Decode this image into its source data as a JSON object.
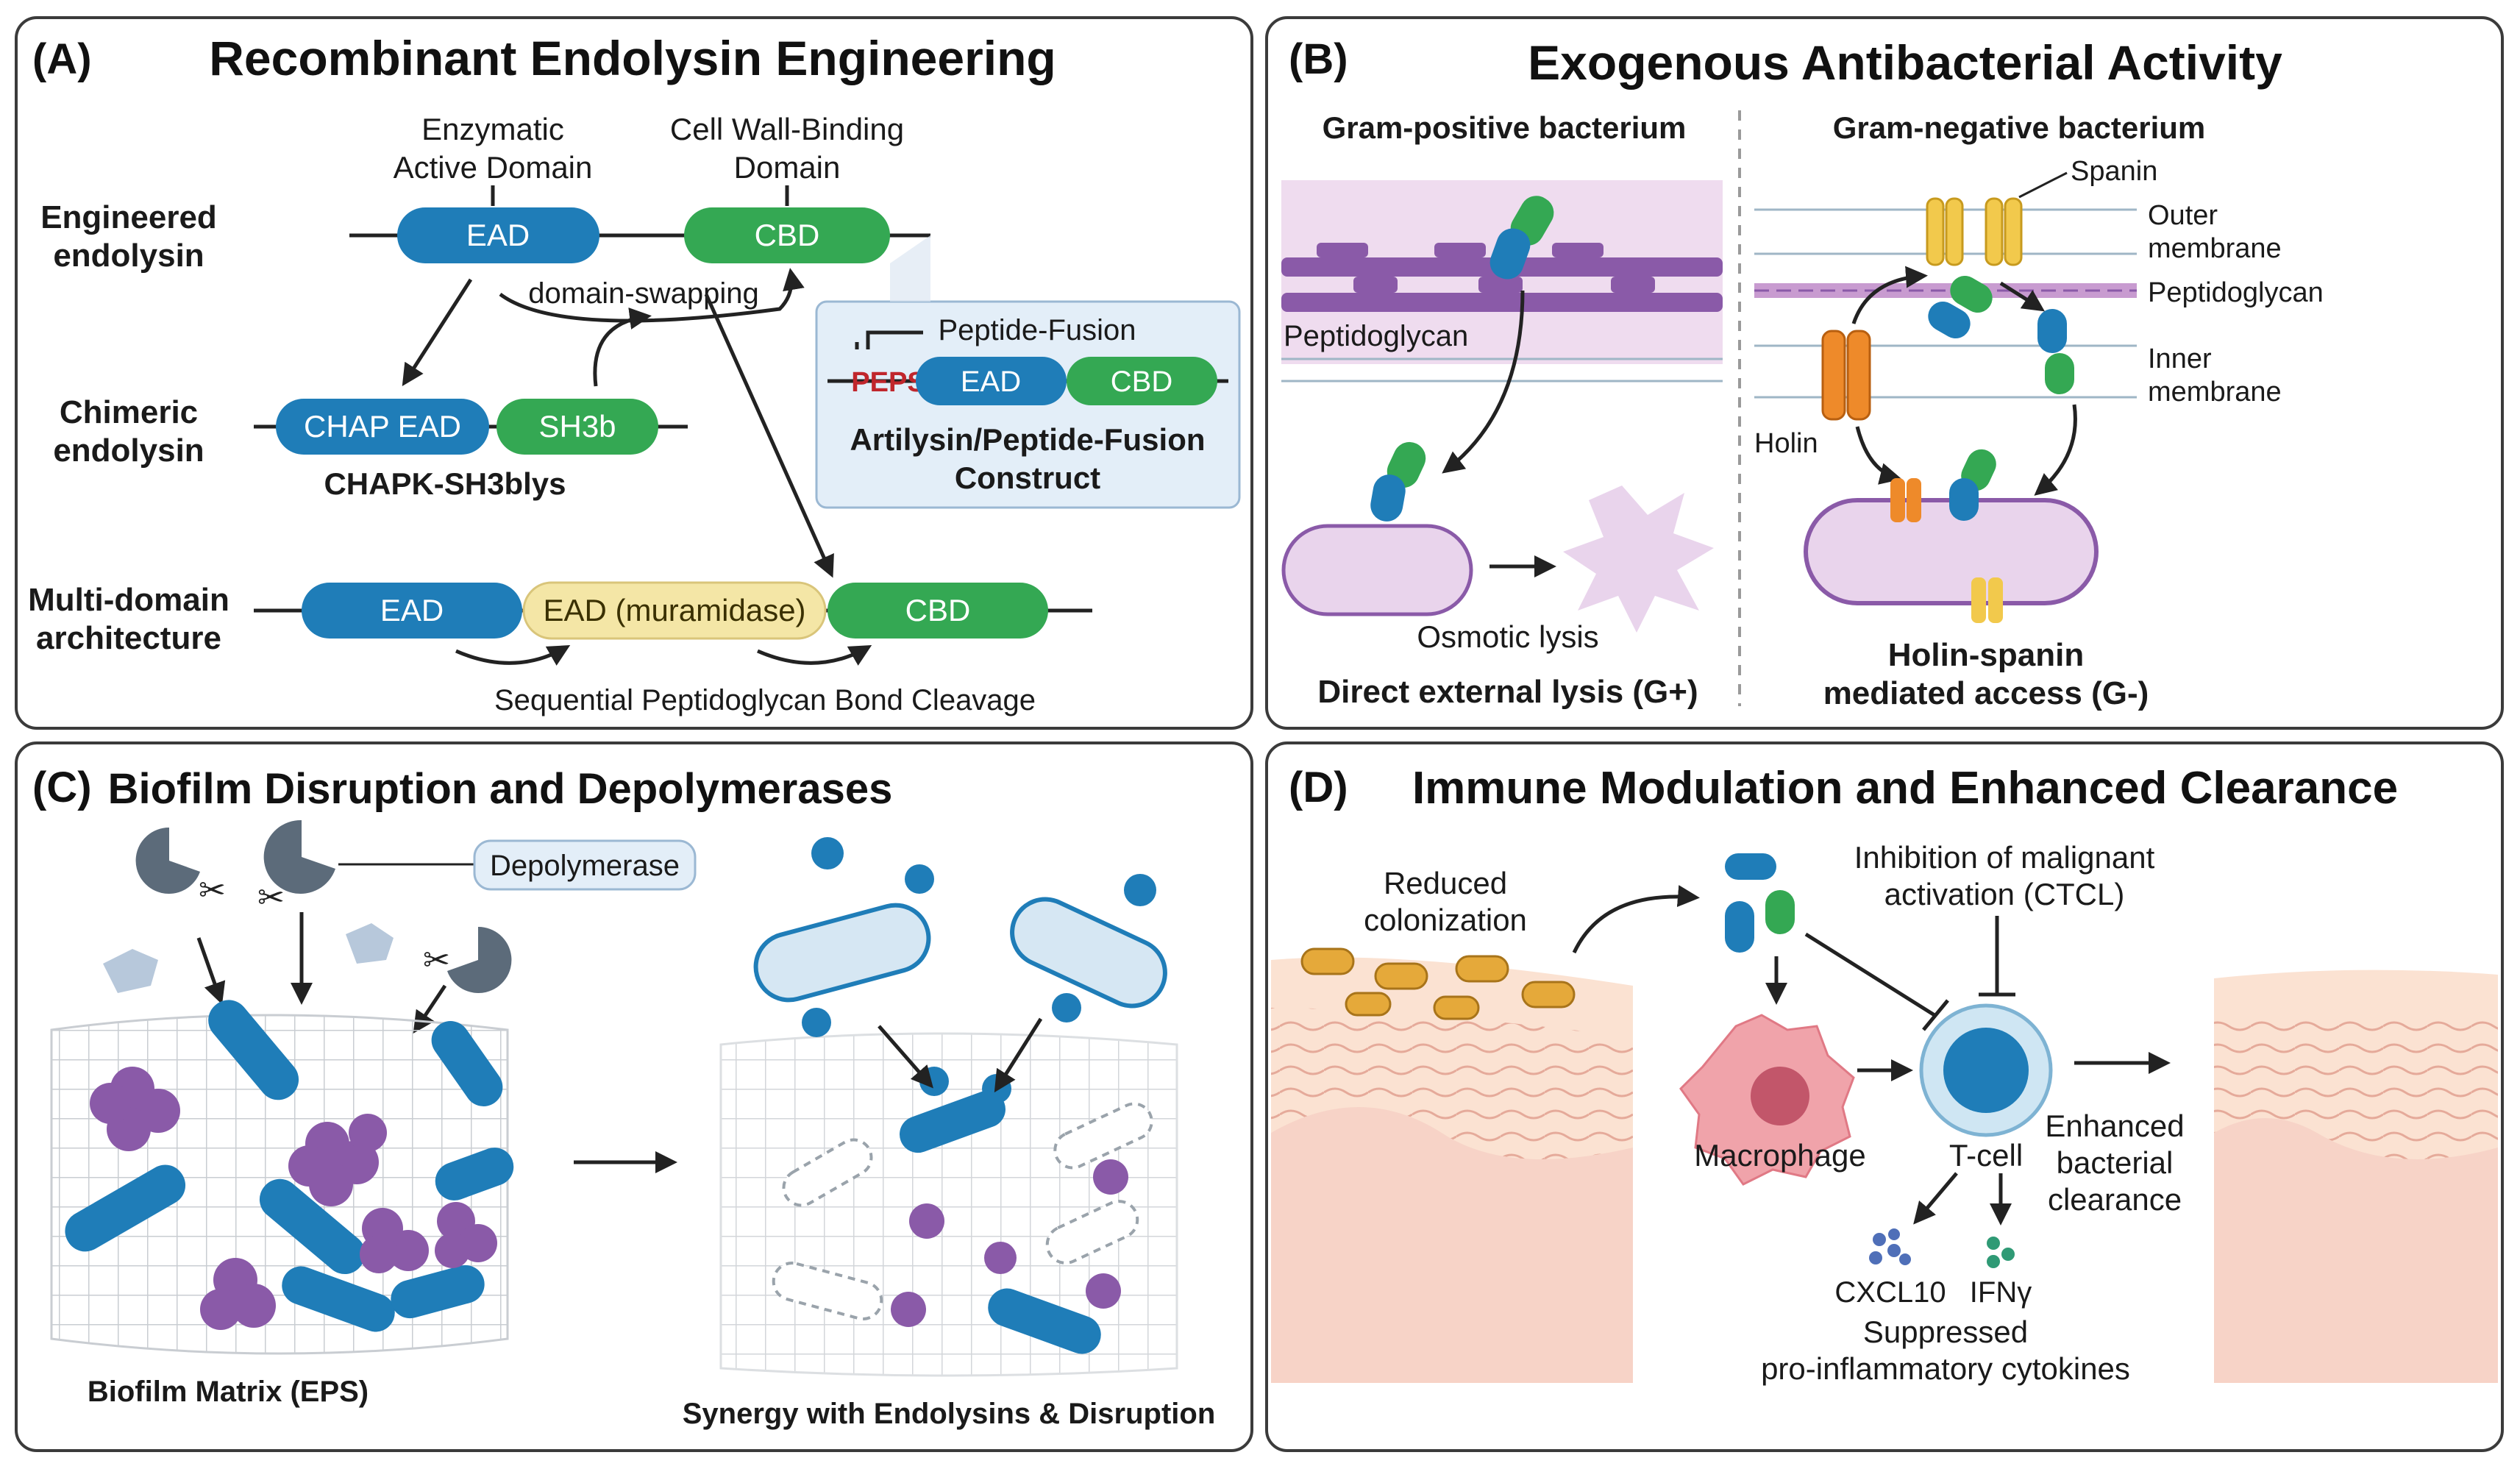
{
  "panels": {
    "a": {
      "label": "(A)",
      "title": "Recombinant Endolysin Engineering",
      "ead_header": "Enzymatic",
      "ead_header2": "Active Domain",
      "cbd_header": "Cell Wall-Binding",
      "cbd_header2": "Domain",
      "row1": "Engineered",
      "row1b": "endolysin",
      "row2": "Chimeric",
      "row2b": "endolysin",
      "row3": "Multi-domain",
      "row3b": "architecture",
      "ead": "EAD",
      "cbd": "CBD",
      "chap": "CHAP EAD",
      "sh3b": "SH3b",
      "chapk": "CHAPK-SH3blys",
      "swap": "domain-swapping",
      "peptide_fusion": "Peptide-Fusion",
      "peps": "PEPS",
      "artilysin": "Artilysin/Peptide-Fusion",
      "construct": "Construct",
      "muramidase": "EAD (muramidase)",
      "sequential": "Sequential Peptidoglycan Bond Cleavage"
    },
    "b": {
      "label": "(B)",
      "title": "Exogenous Antibacterial Activity",
      "gram_pos": "Gram-positive bacterium",
      "gram_neg": "Gram-negative bacterium",
      "peptidoglycan": "Peptidoglycan",
      "spanin": "Spanin",
      "outer": "Outer",
      "outer2": "membrane",
      "pg": "Peptidoglycan",
      "inner": "Inner",
      "inner2": "membrane",
      "holin": "Holin",
      "osmotic": "Osmotic lysis",
      "direct": "Direct external lysis (G+)",
      "holin_spanin": "Holin-spanin",
      "mediated": "mediated access (G-)"
    },
    "c": {
      "label": "(C)",
      "title": "Biofilm Disruption and Depolymerases",
      "depolymerase": "Depolymerase",
      "matrix": "Biofilm Matrix (EPS)",
      "synergy": "Synergy with Endolysins & Disruption"
    },
    "d": {
      "label": "(D)",
      "title": "Immune Modulation and Enhanced Clearance",
      "reduced": "Reduced",
      "colonization": "colonization",
      "inhibition": "Inhibition of malignant",
      "activation": "activation (CTCL)",
      "macrophage": "Macrophage",
      "tcell": "T-cell",
      "enhanced": "Enhanced",
      "bacterial": "bacterial",
      "clearance": "clearance",
      "cxcl10": "CXCL10",
      "ifng": "IFNγ",
      "suppressed": "Suppressed",
      "proinflam": "pro-inflammatory cytokines"
    }
  },
  "colors": {
    "ead_blue": "#1f7db8",
    "cbd_green": "#34a853",
    "muramidase_yellow": "#f4e6a6",
    "peps_red": "#c0262c",
    "purple": "#8a5aa8",
    "holin_orange": "#ee8a2a",
    "spanin_yellow": "#f2c94c",
    "bacteria_orange": "#e5a93a",
    "skin_pink": "#f4c3b3"
  }
}
